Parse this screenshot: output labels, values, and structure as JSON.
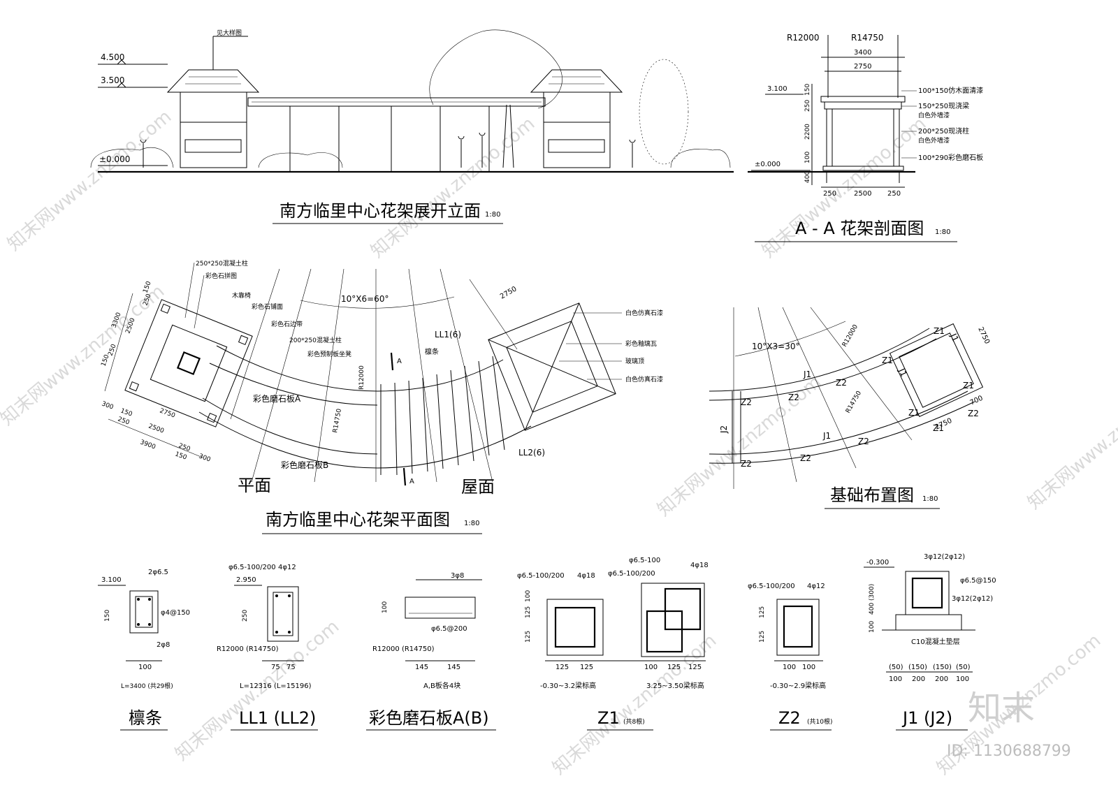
{
  "elevation": {
    "title": "南方临里中心花架展开立面",
    "scale": "1:80",
    "levels": [
      "4.500",
      "3.500",
      "±0.000"
    ],
    "callout": "见大样图"
  },
  "section": {
    "title": "A - A 花架剖面图",
    "scale": "1:80",
    "radii": [
      "R12000",
      "R14750"
    ],
    "dims_top": [
      "3400",
      "2750"
    ],
    "levels": [
      "3.100",
      "±0.000"
    ],
    "dims_vert": [
      "150",
      "250",
      "2200",
      "100",
      "400"
    ],
    "dims_bottom": [
      "250",
      "2500",
      "250"
    ],
    "notes": [
      "100*150仿木面清漆",
      "150*250现浇梁",
      "白色外墙漆",
      "200*250现浇柱",
      "白色外墙漆",
      "100*290彩色磨石板"
    ]
  },
  "plan": {
    "title": "南方临里中心花架平面图",
    "scale": "1:80",
    "label_plan": "平面",
    "label_roof": "屋面",
    "angle": "10°X6=60°",
    "left_notes": [
      "250*250混凝土柱",
      "彩色石拼图",
      "木靠椅",
      "彩色石铺面",
      "彩色石边带",
      "200*250混凝土柱",
      "彩色预制板坐凳"
    ],
    "right_notes": [
      "白色仿真石漆",
      "彩色釉璃瓦",
      "玻璃顶",
      "白色仿真石漆"
    ],
    "labels": [
      "彩色磨石板A",
      "彩色磨石板B",
      "LL1(6)",
      "LL2(6)",
      "檩条",
      "R12000",
      "R14750",
      "A",
      "A",
      "2750"
    ],
    "dims_left": [
      "150",
      "250",
      "3300",
      "2500",
      "150",
      "250",
      "300",
      "150",
      "250",
      "2750",
      "2500",
      "3900",
      "250",
      "150",
      "300"
    ]
  },
  "foundation": {
    "title": "基础布置图",
    "scale": "1:80",
    "angle": "10°X3=30°",
    "labels": [
      "R12000",
      "R14750",
      "Z1",
      "Z1",
      "Z1",
      "Z1",
      "Z1",
      "Z2",
      "Z2",
      "Z2",
      "Z2",
      "Z2",
      "Z2",
      "Z2",
      "J1",
      "J1",
      "J1",
      "J1",
      "J2"
    ],
    "dims": [
      "2750",
      "700",
      "2750"
    ]
  },
  "details": [
    {
      "title": "檩条",
      "sub": "",
      "top": [
        "3.100",
        "2φ6.5"
      ],
      "side": [
        "150",
        "φ4@150"
      ],
      "bottom": [
        "2φ8",
        "100",
        "L=3400 (共29根)"
      ]
    },
    {
      "title": "LL1 (LL2)",
      "sub": "",
      "top": [
        "φ6.5-100/200",
        "4φ12",
        "2.950"
      ],
      "side": [
        "250"
      ],
      "bottom": [
        "R12000 (R14750)",
        "75",
        "75",
        "L=12316 (L=15196)"
      ]
    },
    {
      "title": "彩色磨石板A(B)",
      "sub": "",
      "top": [
        "3φ8"
      ],
      "side": [
        "100",
        "φ6.5@200"
      ],
      "bottom": [
        "R12000 (R14750)",
        "145",
        "145",
        "A,B板各4块"
      ]
    },
    {
      "title": "Z1",
      "sub": "(共8根)",
      "top": [
        "φ6.5-100/200",
        "4φ18",
        "φ6.5-100",
        "φ6.5-100/200",
        "4φ18"
      ],
      "side": [
        "100",
        "125",
        "125"
      ],
      "bottom": [
        "125",
        "125",
        "100",
        "125",
        "125",
        "-0.30~3.2梁标高",
        "3.25~3.50梁标高"
      ]
    },
    {
      "title": "Z2",
      "sub": "(共10根)",
      "top": [
        "φ6.5-100/200",
        "4φ12"
      ],
      "side": [
        "125",
        "125"
      ],
      "bottom": [
        "100",
        "100",
        "-0.30~2.9梁标高"
      ]
    },
    {
      "title": "J1 (J2)",
      "sub": "",
      "top": [
        "-0.300",
        "3φ12(2φ12)",
        "φ6.5@150",
        "3φ12(2φ12)"
      ],
      "side": [
        "400 (300)",
        "100"
      ],
      "bottom": [
        "C10混凝土垫层",
        "(50)",
        "(150)",
        "(150)",
        "(50)",
        "100",
        "200",
        "200",
        "100"
      ]
    }
  ],
  "brand": {
    "logo": "知末",
    "id": "ID: 1130688799",
    "watermark": "知末网www.znzmo.com"
  }
}
